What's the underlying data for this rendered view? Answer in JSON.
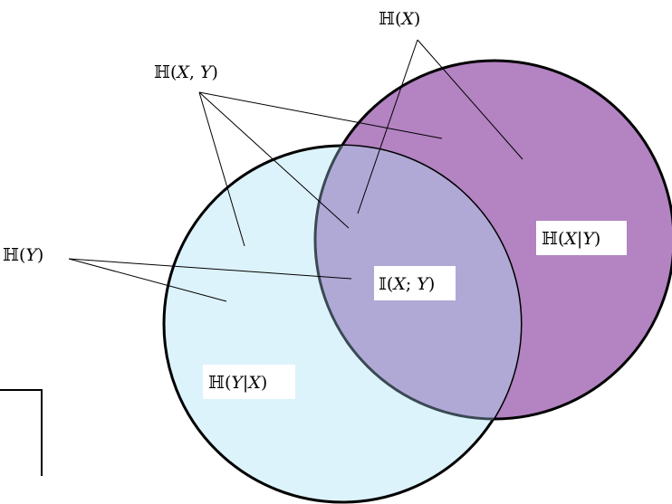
{
  "diagram": {
    "colors": {
      "set_x_fill": "#b383c2",
      "set_y_fill": "#ddf3fb",
      "intersection_fill": "#b0a9d6",
      "outline": "#000000",
      "intersection_outline": "#3a4a54"
    },
    "labels": {
      "h_x": {
        "prefix": "ℍ(",
        "var": "X",
        "suffix": ")"
      },
      "h_xy": {
        "prefix": "ℍ(",
        "var1": "X",
        "sep": ", ",
        "var2": "Y",
        "suffix": ")"
      },
      "h_y": {
        "prefix": "ℍ(",
        "var": "Y",
        "suffix": ")"
      },
      "h_x_given_y": {
        "prefix": "ℍ(",
        "var1": "X",
        "sep": "|",
        "var2": "Y",
        "suffix": ")"
      },
      "mutual_info": {
        "prefix": "𝕀(",
        "var1": "X",
        "sep": "; ",
        "var2": "Y",
        "suffix": ")"
      },
      "h_y_given_x": {
        "prefix": "ℍ(",
        "var1": "Y",
        "sep": "|",
        "var2": "X",
        "suffix": ")"
      }
    }
  }
}
